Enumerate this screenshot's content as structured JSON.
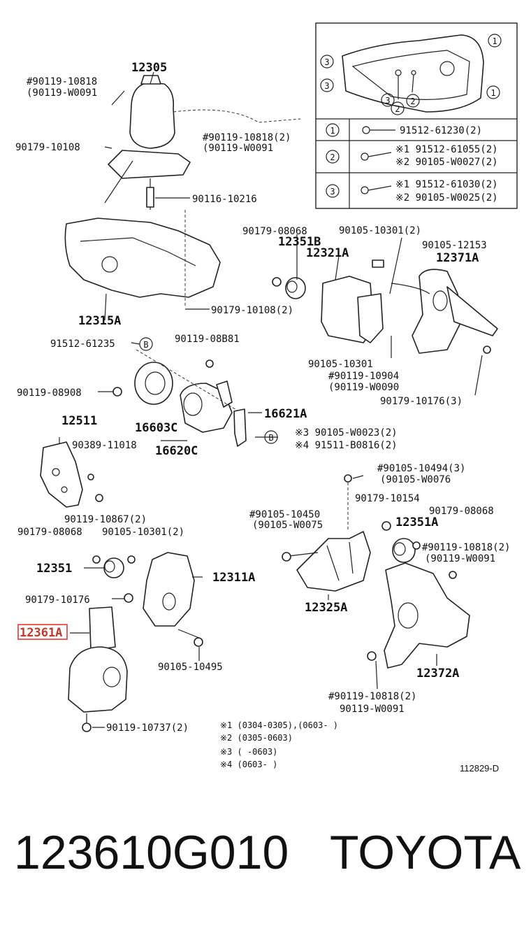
{
  "diagram_code": "112829-D",
  "footer": {
    "part_number": "123610G010",
    "brand": "TOYOTA"
  },
  "highlight_label": "12361A",
  "labels": [
    {
      "id": "l1",
      "text": "12305",
      "big": true
    },
    {
      "id": "l2",
      "text": "#90119-10818"
    },
    {
      "id": "l3",
      "text": "(90119-W0091"
    },
    {
      "id": "l4",
      "text": "90179-10108"
    },
    {
      "id": "l5",
      "text": "#90119-10818(2)"
    },
    {
      "id": "l6",
      "text": "(90119-W0091"
    },
    {
      "id": "l7",
      "text": "90116-10216"
    },
    {
      "id": "l8",
      "text": "12315A",
      "big": true
    },
    {
      "id": "l9",
      "text": "90179-10108(2)"
    },
    {
      "id": "l10",
      "text": "90179-08068"
    },
    {
      "id": "l11",
      "text": "12351B",
      "big": true
    },
    {
      "id": "l12",
      "text": "12321A",
      "big": true
    },
    {
      "id": "l13",
      "text": "90105-10301(2)"
    },
    {
      "id": "l14",
      "text": "90105-12153"
    },
    {
      "id": "l15",
      "text": "12371A",
      "big": true
    },
    {
      "id": "l16",
      "text": "90105-10301"
    },
    {
      "id": "l17",
      "text": "#90119-10904"
    },
    {
      "id": "l18",
      "text": "(90119-W0090"
    },
    {
      "id": "l19",
      "text": "90179-10176(3)"
    },
    {
      "id": "l20",
      "text": "91512-61235"
    },
    {
      "id": "l21",
      "text": "90119-08B81"
    },
    {
      "id": "l22",
      "text": "90119-08908"
    },
    {
      "id": "l23",
      "text": "16603C",
      "big": true
    },
    {
      "id": "l24",
      "text": "16620C",
      "big": true
    },
    {
      "id": "l25",
      "text": "16621A",
      "big": true
    },
    {
      "id": "l26",
      "text": "12511",
      "big": true
    },
    {
      "id": "l27",
      "text": "90389-11018"
    },
    {
      "id": "l28",
      "text": "※3 90105-W0023(2)"
    },
    {
      "id": "l29",
      "text": "※4 91511-B0816(2)"
    },
    {
      "id": "l30",
      "text": "#90105-10494(3)"
    },
    {
      "id": "l31",
      "text": "(90105-W0076"
    },
    {
      "id": "l32",
      "text": "90179-10154"
    },
    {
      "id": "l33",
      "text": "90179-08068"
    },
    {
      "id": "l34",
      "text": "12351A",
      "big": true
    },
    {
      "id": "l35",
      "text": "#90105-10450"
    },
    {
      "id": "l36",
      "text": "(90105-W0075"
    },
    {
      "id": "l37",
      "text": "#90119-10818(2)"
    },
    {
      "id": "l38",
      "text": "(90119-W0091"
    },
    {
      "id": "l39",
      "text": "90119-10867(2)"
    },
    {
      "id": "l40",
      "text": "90179-08068"
    },
    {
      "id": "l41",
      "text": "90105-10301(2)"
    },
    {
      "id": "l42",
      "text": "12351",
      "big": true
    },
    {
      "id": "l43",
      "text": "12311A",
      "big": true
    },
    {
      "id": "l44",
      "text": "12325A",
      "big": true
    },
    {
      "id": "l45",
      "text": "90179-10176"
    },
    {
      "id": "l46",
      "text": "90105-10495"
    },
    {
      "id": "l47",
      "text": "12372A",
      "big": true
    },
    {
      "id": "l48",
      "text": "#90119-10818(2)"
    },
    {
      "id": "l49",
      "text": "90119-W0091"
    },
    {
      "id": "l50",
      "text": "90119-10737(2)"
    }
  ],
  "legend_table": [
    {
      "key": "1",
      "lines": [
        "91512-61230(2)"
      ]
    },
    {
      "key": "2",
      "lines": [
        "※1 91512-61055(2)",
        "※2 90105-W0027(2)"
      ]
    },
    {
      "key": "3",
      "lines": [
        "※1 91512-61030(2)",
        "※2 90105-W0025(2)"
      ]
    }
  ],
  "footnotes": [
    "※1 (0304-0305),(0603-    )",
    "※2 (0305-0603)",
    "※3 (     -0603)",
    "※4 (0603-     )"
  ],
  "callouts": {
    "b": "B",
    "one": "1",
    "two": "2",
    "three": "3"
  }
}
